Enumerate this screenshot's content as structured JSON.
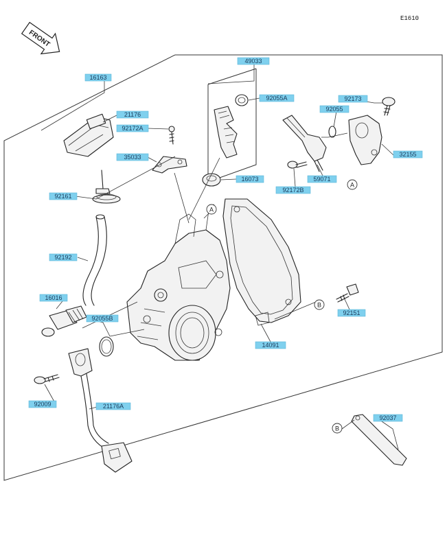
{
  "diagram_code": "E1610",
  "front_label": "FRONT",
  "labels": [
    {
      "id": "16163",
      "text": "16163"
    },
    {
      "id": "21176",
      "text": "21176"
    },
    {
      "id": "92172A",
      "text": "92172A"
    },
    {
      "id": "35033",
      "text": "35033"
    },
    {
      "id": "92161",
      "text": "92161"
    },
    {
      "id": "92192",
      "text": "92192"
    },
    {
      "id": "16016",
      "text": "16016"
    },
    {
      "id": "92055B",
      "text": "92055B"
    },
    {
      "id": "92009",
      "text": "92009"
    },
    {
      "id": "21176A",
      "text": "21176A"
    },
    {
      "id": "49033",
      "text": "49033"
    },
    {
      "id": "92055A",
      "text": "92055A"
    },
    {
      "id": "16073",
      "text": "16073"
    },
    {
      "id": "92173",
      "text": "92173"
    },
    {
      "id": "92055",
      "text": "92055"
    },
    {
      "id": "32155",
      "text": "32155"
    },
    {
      "id": "92172B",
      "text": "92172B"
    },
    {
      "id": "59071",
      "text": "59071"
    },
    {
      "id": "14091",
      "text": "14091"
    },
    {
      "id": "92151",
      "text": "92151"
    },
    {
      "id": "92037",
      "text": "92037"
    }
  ],
  "ref_markers": {
    "a1": "A",
    "a2": "A",
    "b1": "B",
    "b2": "B"
  }
}
